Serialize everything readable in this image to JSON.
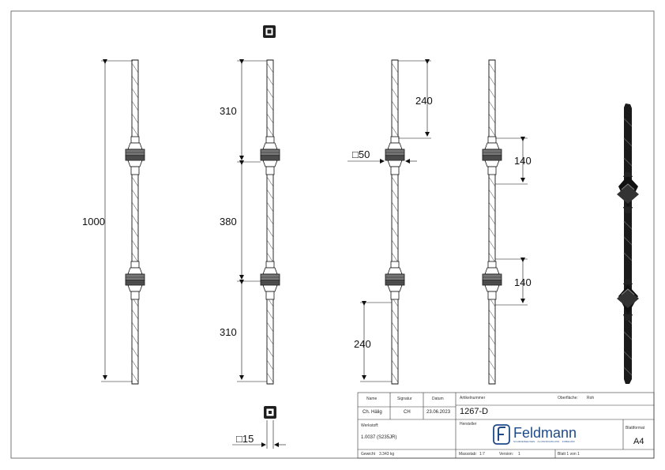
{
  "dimensions": {
    "overall": "1000",
    "seg_top": "310",
    "seg_mid": "380",
    "seg_bot": "310",
    "top_offset": "240",
    "bottom_offset": "240",
    "knot_upper": "140",
    "knot_lower": "140",
    "knot_square": "□50",
    "bar_square": "□15"
  },
  "title_block": {
    "name_label": "Name",
    "signature_label": "Signatur",
    "date_label": "Datum",
    "article_label": "Artikelnummer",
    "surface_label": "Oberfläche:",
    "surface_value": "Roh",
    "drawer_name": "Ch. Hälig",
    "drawer_sig": "CH",
    "date_value": "23.06.2023",
    "article_number": "1267-D",
    "material_label": "Werkstoff:",
    "manufacturer_label": "Hersteller",
    "format_label": "Blattformat",
    "material_value": "1.0037 (S235JR)",
    "format_value": "A4",
    "weight_label": "Gewicht",
    "weight_value": "3.343 kg",
    "scale_label": "Massstab:",
    "scale_value": "1:7",
    "version_label": "Version:",
    "version_value": "1",
    "sheet_label": "Blatt 1 von 1",
    "logo_text": "Feldmann",
    "logo_tagline": "SCHMIEDEEISEN · ALUMINIUMGUSS · ZUBEHÖR"
  }
}
